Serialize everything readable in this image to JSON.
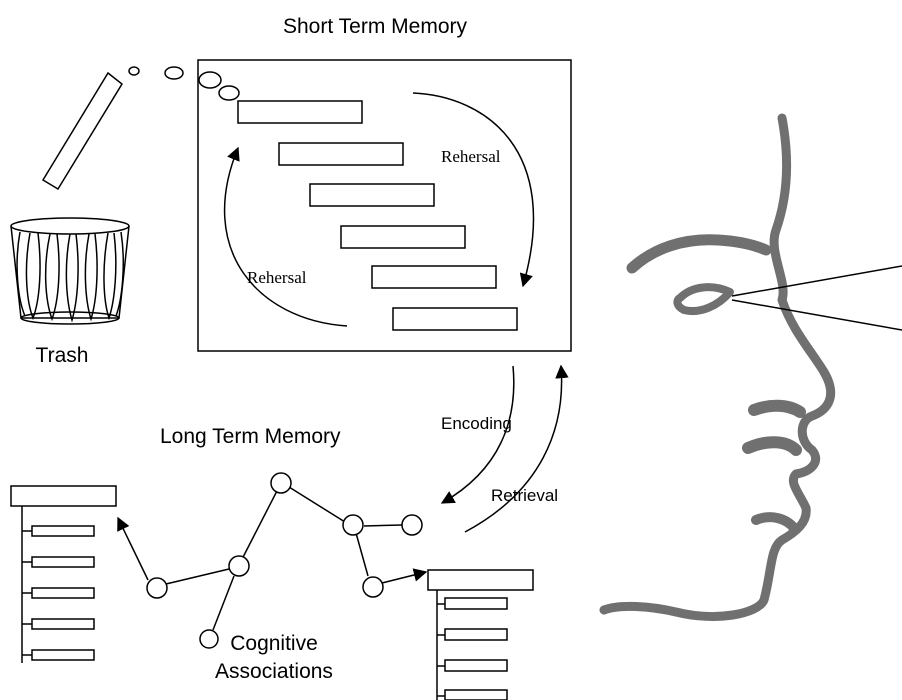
{
  "labels": {
    "short_term_memory": "Short Term Memory",
    "rehearsal_right": "Rehersal",
    "rehearsal_left": "Rehersal",
    "trash": "Trash",
    "long_term_memory": "Long Term Memory",
    "encoding": "Encoding",
    "retrieval": "Retrieval",
    "cognitive_associations_line1": "Cognitive",
    "cognitive_associations_line2": "Associations"
  },
  "colors": {
    "stroke": "#000000",
    "face": "#707070",
    "background": "#ffffff"
  }
}
